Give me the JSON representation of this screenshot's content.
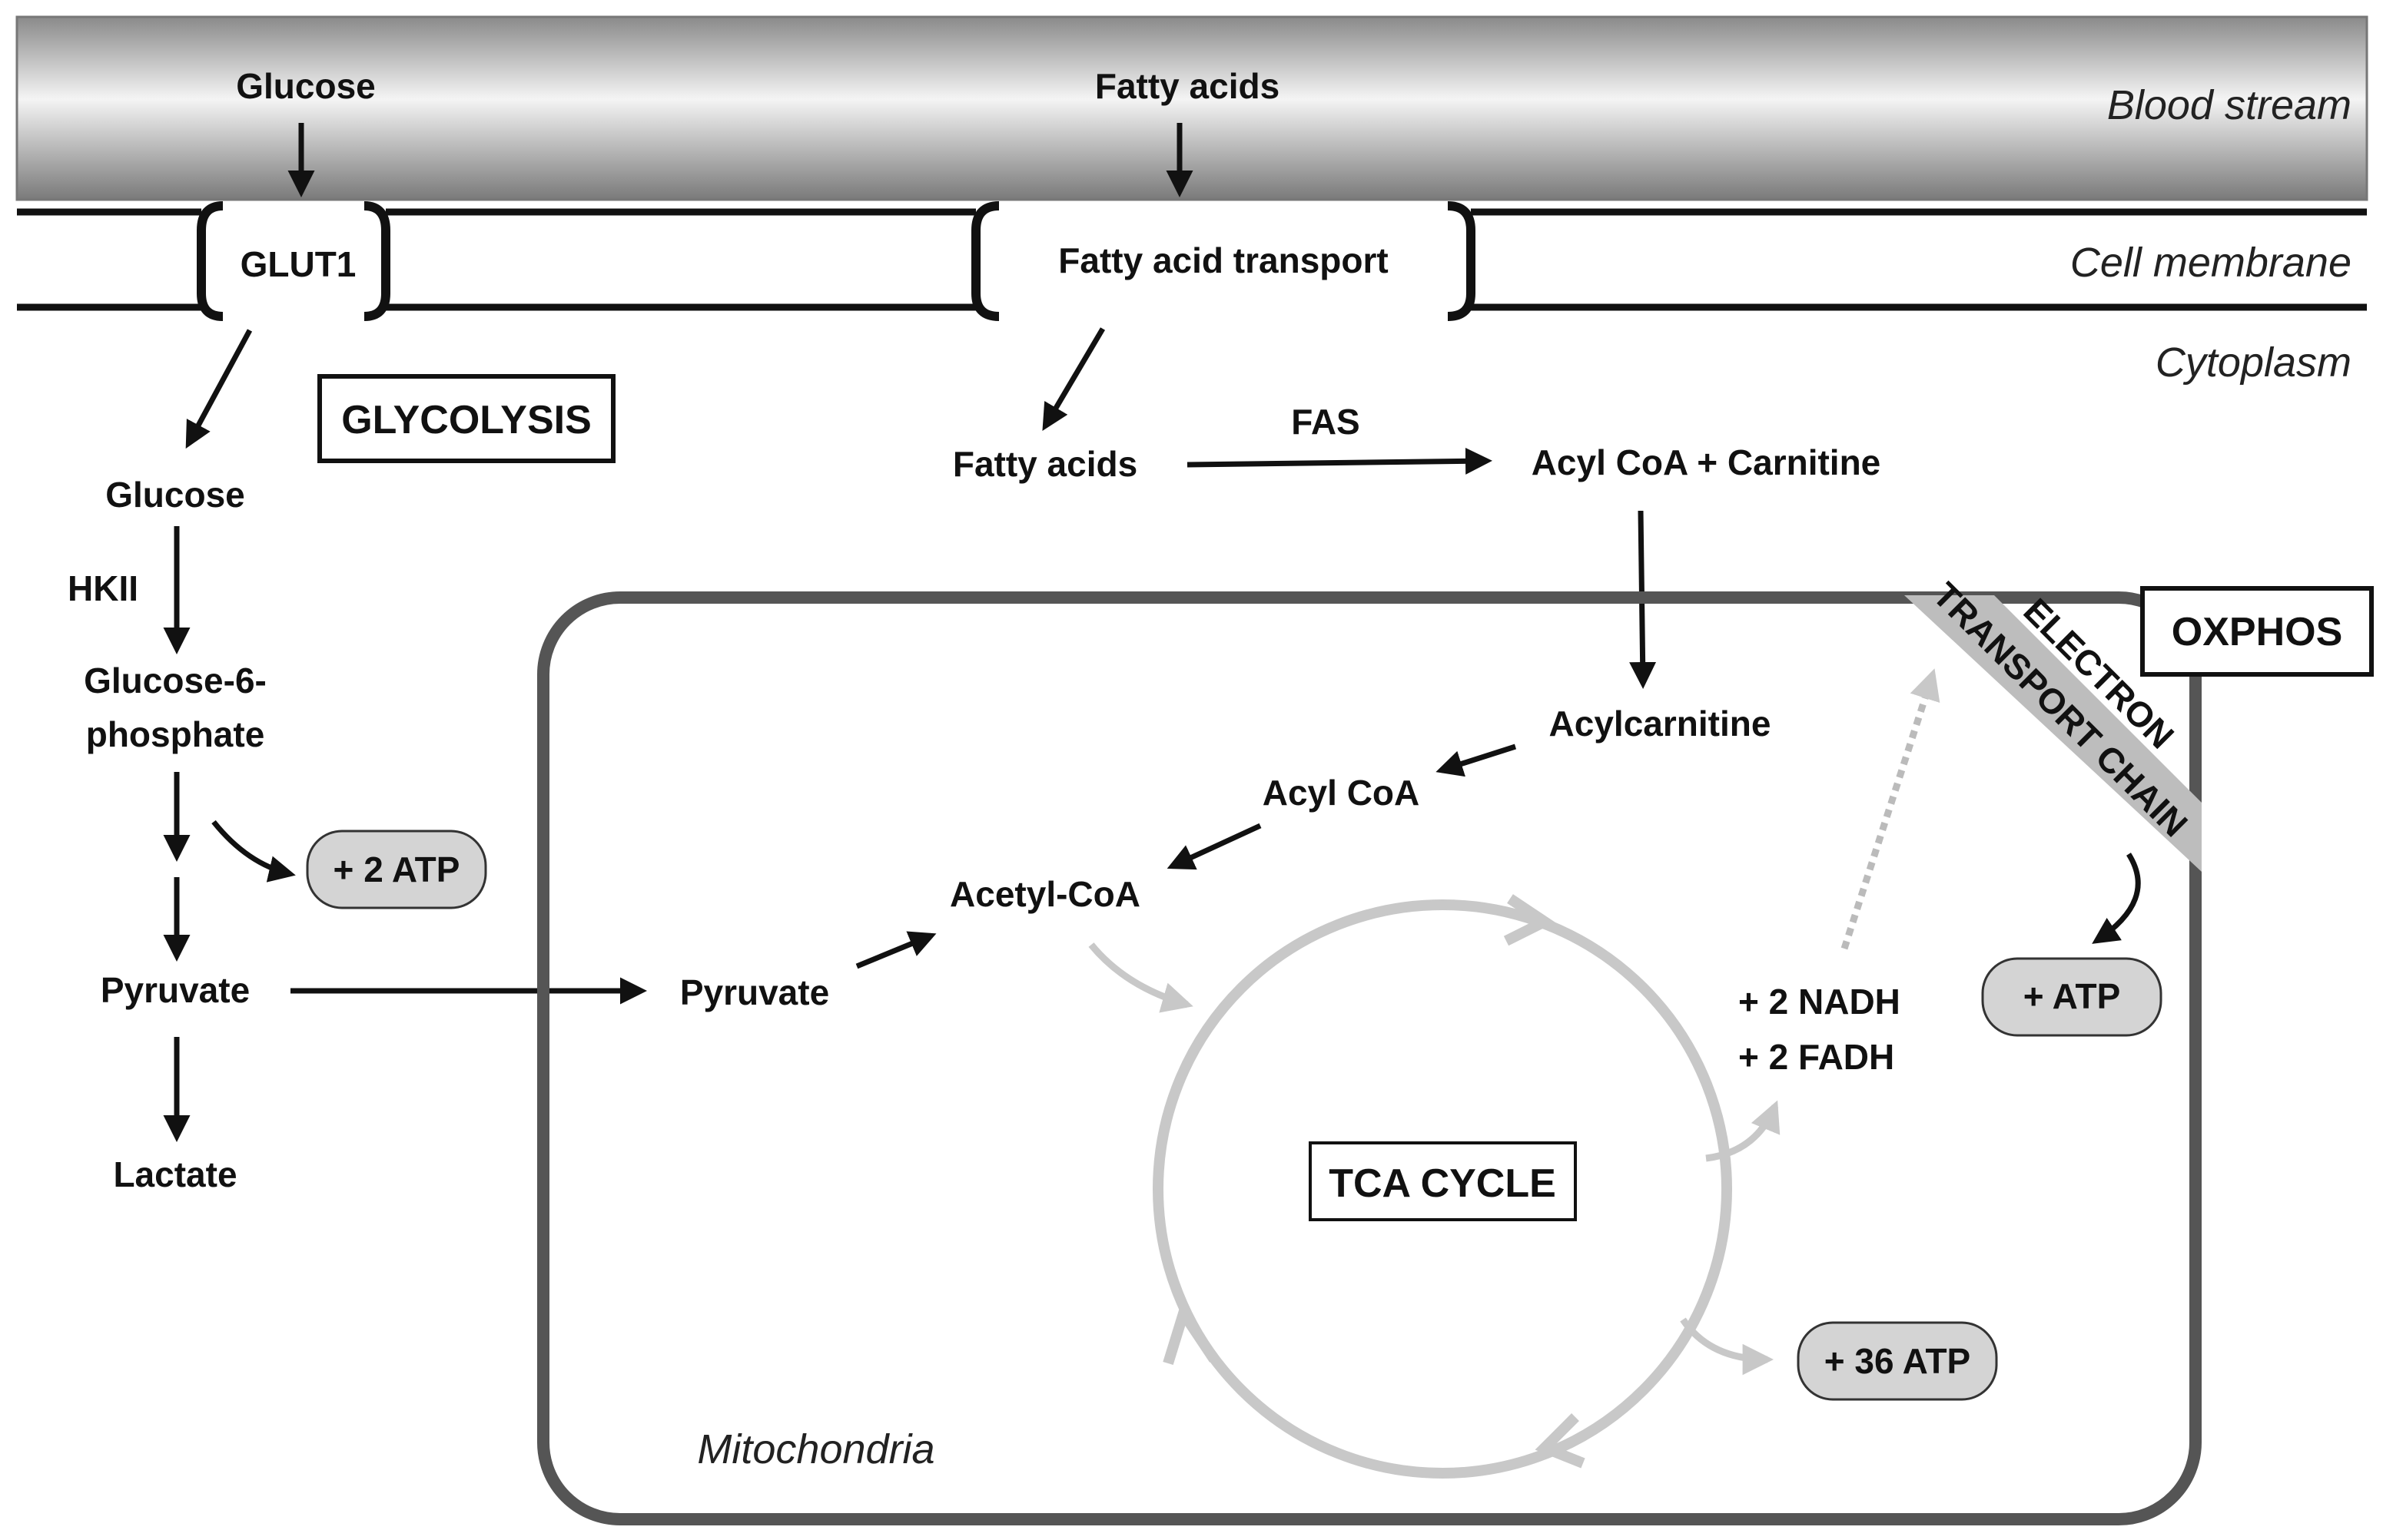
{
  "regions": {
    "blood_stream": "Blood stream",
    "cell_membrane": "Cell membrane",
    "cytoplasm": "Cytoplasm",
    "mitochondria": "Mitochondria"
  },
  "inputs": {
    "glucose": "Glucose",
    "fatty_acids": "Fatty acids"
  },
  "transporters": {
    "glut1": "GLUT1",
    "fatty_acid_transport": "Fatty acid transport"
  },
  "glycolysis": {
    "title": "GLYCOLYSIS",
    "glucose": "Glucose",
    "hkii": "HKII",
    "g6p_line1": "Glucose-6-",
    "g6p_line2": "phosphate",
    "atp": "+ 2 ATP",
    "pyruvate": "Pyruvate",
    "lactate": "Lactate"
  },
  "fatty_acid_path": {
    "fatty_acids": "Fatty acids",
    "fas": "FAS",
    "acyl_coa_carnitine": "Acyl CoA + Carnitine",
    "acylcarnitine": "Acylcarnitine",
    "acyl_coa": "Acyl CoA",
    "acetyl_coa": "Acetyl-CoA",
    "pyruvate": "Pyruvate"
  },
  "tca": {
    "title": "TCA CYCLE",
    "nadh": "+ 2 NADH",
    "fadh": "+ 2 FADH",
    "atp": "+ 36 ATP"
  },
  "oxphos": {
    "title": "OXPHOS",
    "etc_line1": "ELECTRON",
    "etc_line2": "TRANSPORT CHAIN",
    "atp": "+ ATP"
  },
  "colors": {
    "cycle_gray": "#c8c8c8",
    "mito_border": "#555555",
    "atp_fill": "#d4d4d4",
    "etc_fill": "#bdbdbd"
  }
}
